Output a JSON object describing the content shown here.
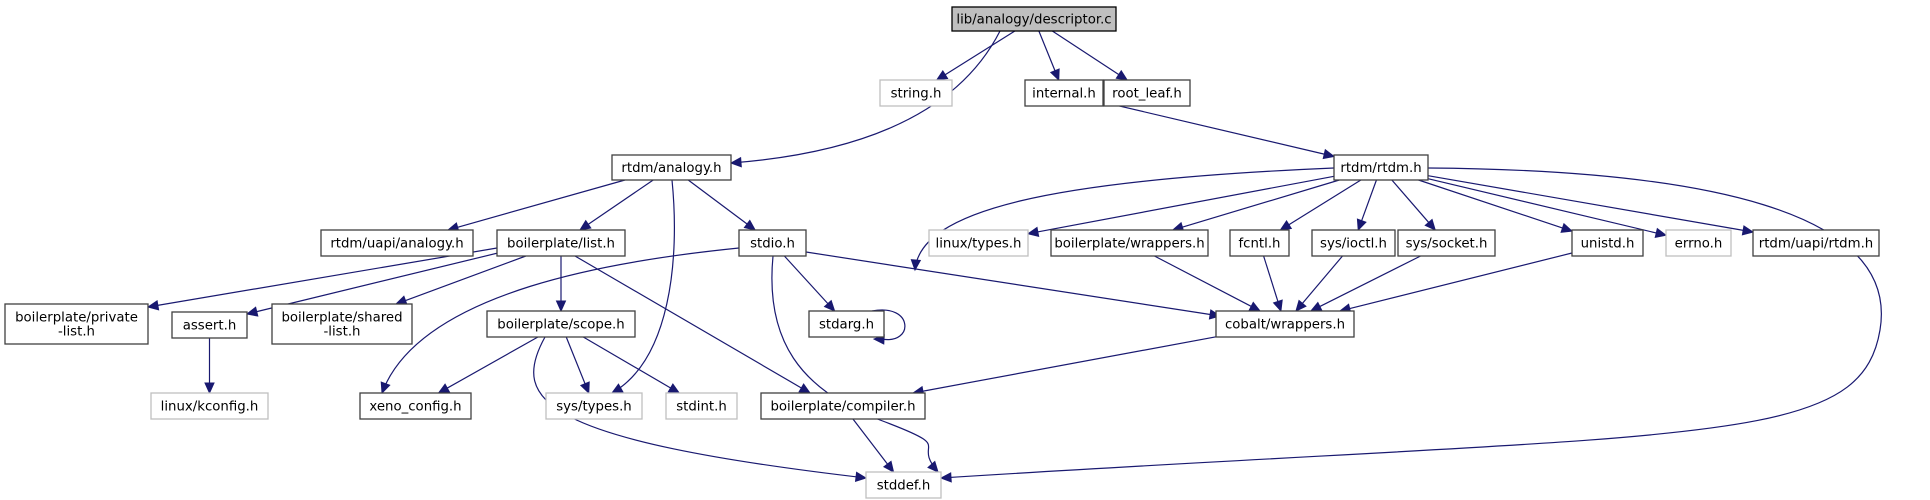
{
  "graph": {
    "title": "lib/analogy/descriptor.c",
    "colors": {
      "edge": "#191970",
      "root_fill": "#bfbfbf",
      "node_border": "#404040",
      "external_border": "#bfbfbf"
    },
    "nodes": [
      {
        "id": "descriptor",
        "label": [
          "lib/analogy/descriptor.c"
        ],
        "kind": "root"
      },
      {
        "id": "string",
        "label": [
          "string.h"
        ],
        "kind": "external"
      },
      {
        "id": "internal",
        "label": [
          "internal.h"
        ],
        "kind": "documented"
      },
      {
        "id": "root_leaf",
        "label": [
          "root_leaf.h"
        ],
        "kind": "documented"
      },
      {
        "id": "rtdm_analogy",
        "label": [
          "rtdm/analogy.h"
        ],
        "kind": "documented"
      },
      {
        "id": "rtdm_rtdm",
        "label": [
          "rtdm/rtdm.h"
        ],
        "kind": "documented"
      },
      {
        "id": "uapi_analogy",
        "label": [
          "rtdm/uapi/analogy.h"
        ],
        "kind": "documented"
      },
      {
        "id": "bp_list",
        "label": [
          "boilerplate/list.h"
        ],
        "kind": "documented"
      },
      {
        "id": "stdio",
        "label": [
          "stdio.h"
        ],
        "kind": "documented"
      },
      {
        "id": "linux_types",
        "label": [
          "linux/types.h"
        ],
        "kind": "external"
      },
      {
        "id": "bp_wrappers",
        "label": [
          "boilerplate/wrappers.h"
        ],
        "kind": "documented"
      },
      {
        "id": "fcntl",
        "label": [
          "fcntl.h"
        ],
        "kind": "documented"
      },
      {
        "id": "sys_ioctl",
        "label": [
          "sys/ioctl.h"
        ],
        "kind": "documented"
      },
      {
        "id": "sys_socket",
        "label": [
          "sys/socket.h"
        ],
        "kind": "documented"
      },
      {
        "id": "unistd",
        "label": [
          "unistd.h"
        ],
        "kind": "documented"
      },
      {
        "id": "errno",
        "label": [
          "errno.h"
        ],
        "kind": "external"
      },
      {
        "id": "uapi_rtdm",
        "label": [
          "rtdm/uapi/rtdm.h"
        ],
        "kind": "documented"
      },
      {
        "id": "bp_private_list",
        "label": [
          "boilerplate/private",
          "-list.h"
        ],
        "kind": "documented"
      },
      {
        "id": "assert",
        "label": [
          "assert.h"
        ],
        "kind": "documented"
      },
      {
        "id": "bp_shared_list",
        "label": [
          "boilerplate/shared",
          "-list.h"
        ],
        "kind": "documented"
      },
      {
        "id": "bp_scope",
        "label": [
          "boilerplate/scope.h"
        ],
        "kind": "documented"
      },
      {
        "id": "stdarg",
        "label": [
          "stdarg.h"
        ],
        "kind": "documented"
      },
      {
        "id": "cobalt_wrappers",
        "label": [
          "cobalt/wrappers.h"
        ],
        "kind": "documented"
      },
      {
        "id": "linux_kconfig",
        "label": [
          "linux/kconfig.h"
        ],
        "kind": "external"
      },
      {
        "id": "xeno_config",
        "label": [
          "xeno_config.h"
        ],
        "kind": "documented"
      },
      {
        "id": "sys_types",
        "label": [
          "sys/types.h"
        ],
        "kind": "external"
      },
      {
        "id": "stdint",
        "label": [
          "stdint.h"
        ],
        "kind": "external"
      },
      {
        "id": "bp_compiler",
        "label": [
          "boilerplate/compiler.h"
        ],
        "kind": "documented"
      },
      {
        "id": "stddef",
        "label": [
          "stddef.h"
        ],
        "kind": "external"
      }
    ],
    "edges": [
      {
        "from": "descriptor",
        "to": "string"
      },
      {
        "from": "descriptor",
        "to": "rtdm_analogy"
      },
      {
        "from": "descriptor",
        "to": "internal"
      },
      {
        "from": "descriptor",
        "to": "root_leaf"
      },
      {
        "from": "internal",
        "to": "rtdm_rtdm"
      },
      {
        "from": "rtdm_analogy",
        "to": "uapi_analogy"
      },
      {
        "from": "rtdm_analogy",
        "to": "bp_list"
      },
      {
        "from": "rtdm_analogy",
        "to": "sys_types"
      },
      {
        "from": "rtdm_analogy",
        "to": "stdio"
      },
      {
        "from": "bp_list",
        "to": "bp_private_list"
      },
      {
        "from": "bp_list",
        "to": "assert"
      },
      {
        "from": "bp_list",
        "to": "bp_shared_list"
      },
      {
        "from": "bp_list",
        "to": "bp_scope"
      },
      {
        "from": "bp_list",
        "to": "bp_compiler"
      },
      {
        "from": "assert",
        "to": "linux_kconfig"
      },
      {
        "from": "bp_scope",
        "to": "xeno_config"
      },
      {
        "from": "bp_scope",
        "to": "sys_types"
      },
      {
        "from": "bp_scope",
        "to": "stdint"
      },
      {
        "from": "bp_scope",
        "to": "stddef"
      },
      {
        "from": "stdio",
        "to": "xeno_config"
      },
      {
        "from": "stdio",
        "to": "stdarg"
      },
      {
        "from": "stdio",
        "to": "stddef"
      },
      {
        "from": "stdio",
        "to": "cobalt_wrappers"
      },
      {
        "from": "stdarg",
        "to": "stdarg"
      },
      {
        "from": "rtdm_rtdm",
        "to": "stdint"
      },
      {
        "from": "rtdm_rtdm",
        "to": "linux_types"
      },
      {
        "from": "rtdm_rtdm",
        "to": "bp_wrappers"
      },
      {
        "from": "rtdm_rtdm",
        "to": "fcntl"
      },
      {
        "from": "rtdm_rtdm",
        "to": "sys_ioctl"
      },
      {
        "from": "rtdm_rtdm",
        "to": "sys_socket"
      },
      {
        "from": "rtdm_rtdm",
        "to": "unistd"
      },
      {
        "from": "rtdm_rtdm",
        "to": "errno"
      },
      {
        "from": "rtdm_rtdm",
        "to": "uapi_rtdm"
      },
      {
        "from": "rtdm_rtdm",
        "to": "stddef"
      },
      {
        "from": "bp_wrappers",
        "to": "cobalt_wrappers"
      },
      {
        "from": "fcntl",
        "to": "cobalt_wrappers"
      },
      {
        "from": "sys_ioctl",
        "to": "cobalt_wrappers"
      },
      {
        "from": "sys_socket",
        "to": "cobalt_wrappers"
      },
      {
        "from": "unistd",
        "to": "cobalt_wrappers"
      },
      {
        "from": "cobalt_wrappers",
        "to": "bp_compiler"
      },
      {
        "from": "bp_compiler",
        "to": "stddef"
      }
    ]
  }
}
